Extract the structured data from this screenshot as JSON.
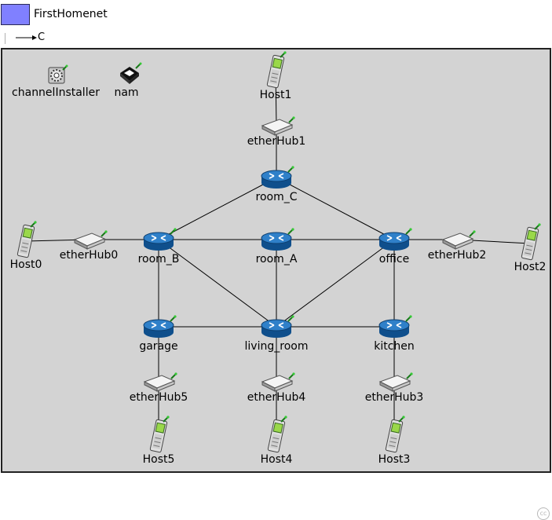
{
  "header": {
    "module_title": "FirstHomenet",
    "module_color": "#8080ff",
    "channel_legend_label": "C"
  },
  "canvas_background": "#d3d3d3",
  "submodules": {
    "channelInstaller": "channelInstaller",
    "nam": "nam"
  },
  "routers": {
    "room_C": "room_C",
    "room_B": "room_B",
    "room_A": "room_A",
    "office": "office",
    "garage": "garage",
    "living_room": "living_room",
    "kitchen": "kitchen"
  },
  "hubs": {
    "etherHub0": "etherHub0",
    "etherHub1": "etherHub1",
    "etherHub2": "etherHub2",
    "etherHub3": "etherHub3",
    "etherHub4": "etherHub4",
    "etherHub5": "etherHub5"
  },
  "hosts": {
    "Host0": "Host0",
    "Host1": "Host1",
    "Host2": "Host2",
    "Host3": "Host3",
    "Host4": "Host4",
    "Host5": "Host5"
  },
  "connections": [
    [
      "Host1",
      "etherHub1"
    ],
    [
      "etherHub1",
      "room_C"
    ],
    [
      "room_C",
      "room_B"
    ],
    [
      "room_C",
      "office"
    ],
    [
      "Host0",
      "etherHub0"
    ],
    [
      "etherHub0",
      "room_B"
    ],
    [
      "room_B",
      "room_A"
    ],
    [
      "room_A",
      "office"
    ],
    [
      "office",
      "etherHub2"
    ],
    [
      "etherHub2",
      "Host2"
    ],
    [
      "room_B",
      "garage"
    ],
    [
      "room_B",
      "living_room"
    ],
    [
      "room_A",
      "living_room"
    ],
    [
      "office",
      "living_room"
    ],
    [
      "office",
      "kitchen"
    ],
    [
      "garage",
      "living_room"
    ],
    [
      "living_room",
      "kitchen"
    ],
    [
      "garage",
      "etherHub5"
    ],
    [
      "etherHub5",
      "Host5"
    ],
    [
      "living_room",
      "etherHub4"
    ],
    [
      "etherHub4",
      "Host4"
    ],
    [
      "kitchen",
      "etherHub3"
    ],
    [
      "etherHub3",
      "Host3"
    ]
  ],
  "icons": {
    "router": "router-icon",
    "hub": "ethernet-hub-icon",
    "host": "mobile-phone-icon",
    "installer": "gear-icon",
    "nam": "floppy-disk-icon"
  }
}
